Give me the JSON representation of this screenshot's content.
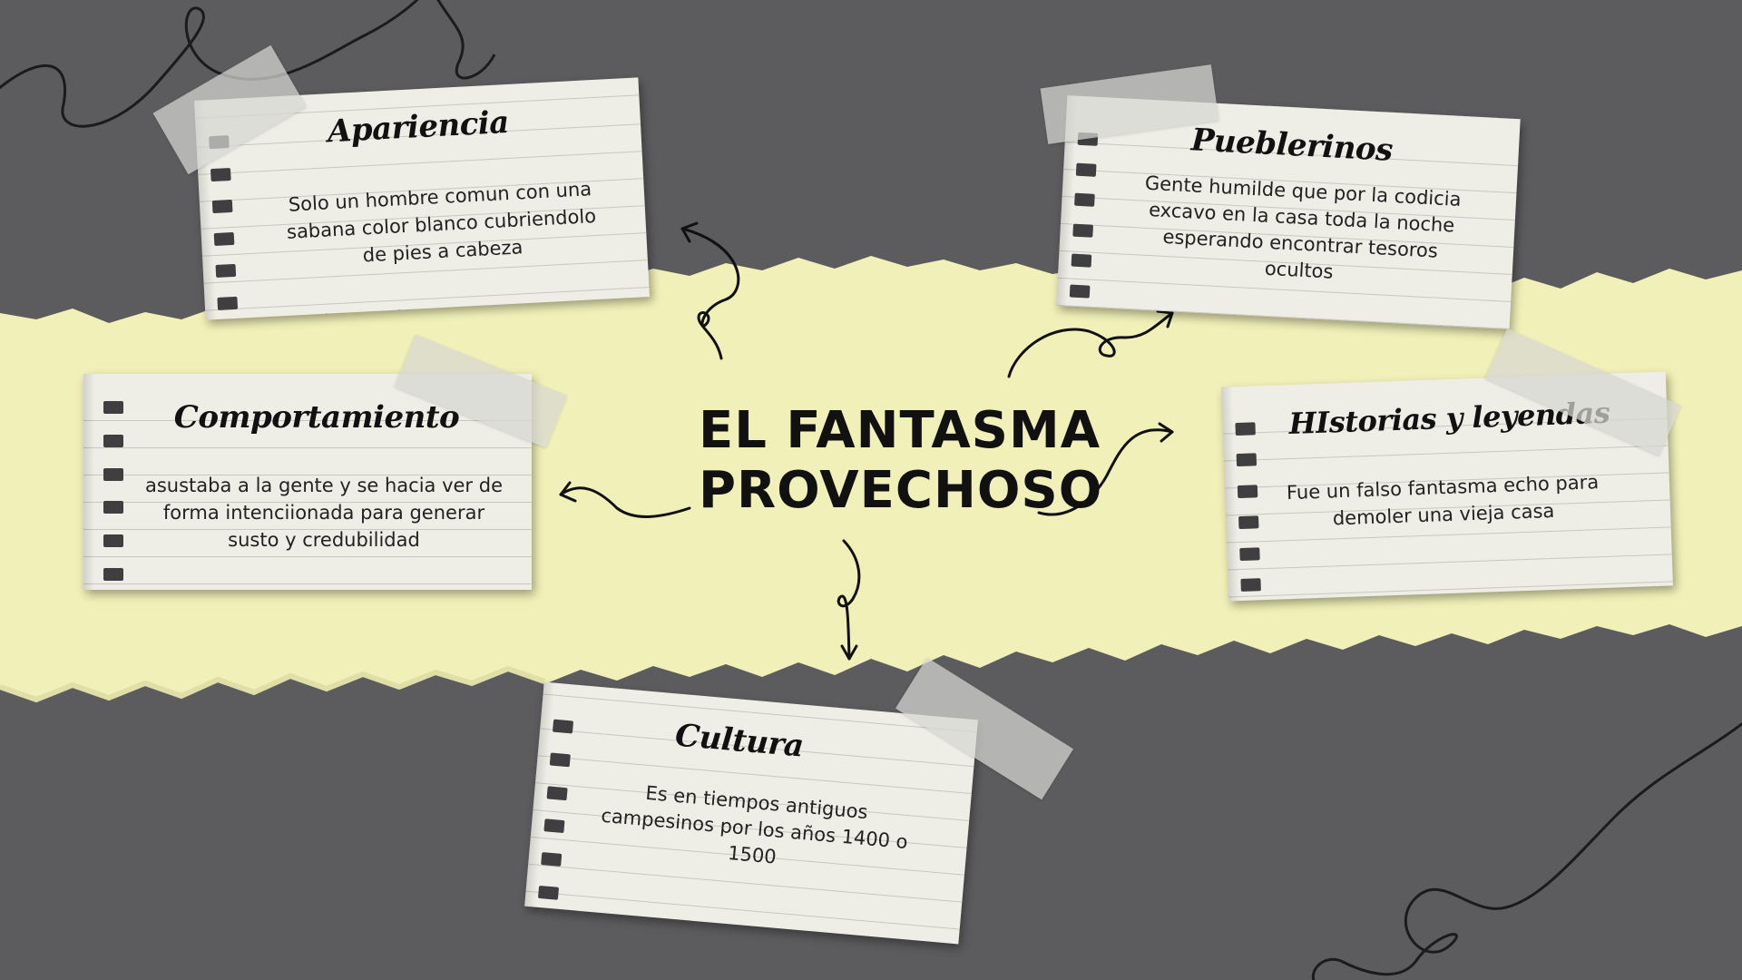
{
  "central": {
    "line1": "EL FANTASMA",
    "line2": "PROVECHOSO"
  },
  "cards": {
    "apariencia": {
      "title": "Apariencia",
      "body": [
        "Solo un hombre comun con una",
        "sabana color blanco cubriendolo",
        "de pies a cabeza"
      ]
    },
    "pueblerinos": {
      "title": "Pueblerinos",
      "body": [
        "Gente humilde que por la codicia",
        "excavo en la casa toda la noche",
        "esperando encontrar tesoros",
        "ocultos"
      ]
    },
    "comportamiento": {
      "title": "Comportamiento",
      "body": [
        "asustaba a la gente y se hacia ver de",
        "forma intenciionada para generar",
        "susto y credubilidad"
      ]
    },
    "historias": {
      "title": "HIstorias y leyendas",
      "body": [
        "Fue un falso fantasma echo para",
        "demoler una vieja casa"
      ]
    },
    "cultura": {
      "title": "Cultura",
      "body": [
        "Es en tiempos antiguos",
        "campesinos por los años 1400 o",
        "1500"
      ]
    }
  },
  "colors": {
    "background": "#5c5c5e",
    "torn_paper": "#f1f0b8",
    "card": "#eeede6",
    "ink": "#111111"
  }
}
